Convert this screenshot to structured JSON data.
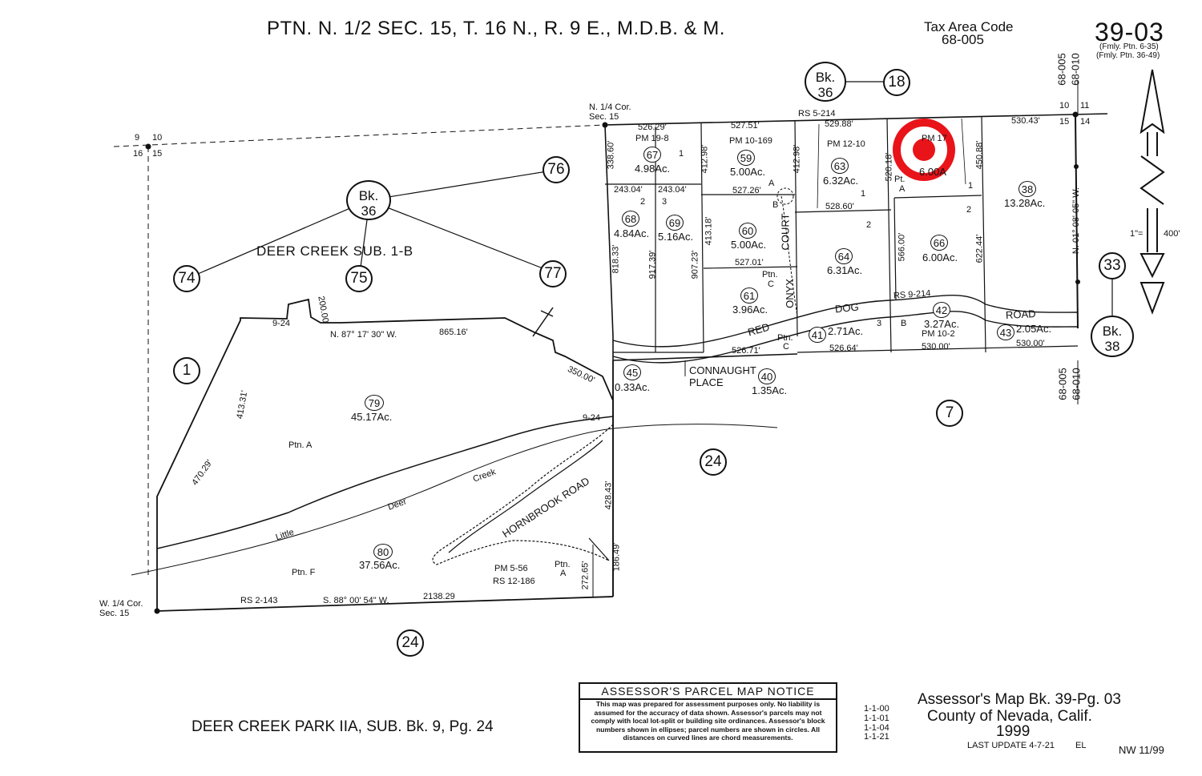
{
  "header": {
    "title": "PTN. N. 1/2 SEC. 15, T. 16 N., R. 9 E., M.D.B. & M.",
    "tax_area_label": "Tax Area Code",
    "tax_area_code": "68-005",
    "map_number": "39-03",
    "former_parcels_1": "(Fmly. Ptn. 6-35)",
    "former_parcels_2": "(Fmly. Ptn. 36-49)"
  },
  "section_corners": {
    "nw_9": "9",
    "nw_10": "10",
    "nw_16": "16",
    "nw_15": "15",
    "ne_10": "10",
    "ne_11": "11",
    "ne_15": "15",
    "ne_14": "14",
    "n_quarter_1": "N. 1/4 Cor.",
    "n_quarter_2": "Sec. 15",
    "w_quarter_1": "W. 1/4 Cor.",
    "w_quarter_2": "Sec. 15"
  },
  "tax_codes": {
    "top_a": "68-005",
    "top_b": "68-010",
    "bottom_a": "68-005",
    "bottom_b": "68-010"
  },
  "scale": {
    "left": "1\"=",
    "right": "400'"
  },
  "book_refs": {
    "bk36_top": [
      "Bk.",
      "36"
    ],
    "bk36_left": [
      "Bk.",
      "36"
    ],
    "bk38": [
      "Bk.",
      "38"
    ]
  },
  "circles": {
    "c18": "18",
    "c76": "76",
    "c74": "74",
    "c75": "75",
    "c77": "77",
    "c1": "1",
    "c33": "33",
    "c7": "7",
    "c24a": "24",
    "c24b": "24"
  },
  "subdivision": "DEER CREEK SUB. 1-B",
  "roads": {
    "red": "RED",
    "dog": "DOG",
    "road": "ROAD",
    "onyx": "ONYX",
    "court": "COURT",
    "hornbrook": "HORNBROOK ROAD",
    "connaught_1": "CONNAUGHT",
    "connaught_2": "PLACE",
    "creek_little": "Little",
    "creek_deer": "Deer",
    "creek_creek": "Creek"
  },
  "surveys": {
    "rs5_214": "RS 5-214",
    "rs9_214": "RS 9-214",
    "rs2_143": "RS 2-143",
    "rs12_186": "RS 12-186",
    "pm19_8": "PM 19-8",
    "pm10_169": "PM 10-169",
    "pm12_10": "PM 12-10",
    "pm10_2": "PM 10-2",
    "pm5_56": "PM 5-56",
    "pm17": "PM 17",
    "r9_24a": "9-24",
    "r9_24b": "9-24"
  },
  "parcels": {
    "p67": {
      "num": "67",
      "acres": "4.98Ac."
    },
    "p59": {
      "num": "59",
      "acres": "5.00Ac."
    },
    "p63": {
      "num": "63",
      "acres": "6.32Ac."
    },
    "p62": {
      "acres": "6.00A"
    },
    "p38": {
      "num": "38",
      "acres": "13.28Ac."
    },
    "p68": {
      "num": "68",
      "acres": "4.84Ac."
    },
    "p69": {
      "num": "69",
      "acres": "5.16Ac."
    },
    "p60": {
      "num": "60",
      "acres": "5.00Ac."
    },
    "p64": {
      "num": "64",
      "acres": "6.31Ac."
    },
    "p66": {
      "num": "66",
      "acres": "6.00Ac."
    },
    "p61": {
      "num": "61",
      "acres": "3.96Ac."
    },
    "p42": {
      "num": "42",
      "acres": "3.27Ac."
    },
    "p41": {
      "num": "41",
      "acres": "2.71Ac."
    },
    "p43": {
      "num": "43",
      "acres": "2.05Ac."
    },
    "p45": {
      "num": "45",
      "acres": "0.33Ac."
    },
    "p40": {
      "num": "40",
      "acres": "1.35Ac."
    },
    "p79": {
      "num": "79",
      "acres": "45.17Ac."
    },
    "p80": {
      "num": "80",
      "acres": "37.56Ac."
    }
  },
  "dimensions": {
    "d526_29": "526.29'",
    "d527_51": "527.51'",
    "d529_88": "529.88'",
    "d530_43": "530.43'",
    "d338_60": "338.60'",
    "d412_98a": "412.98'",
    "d412_98b": "412.98'",
    "d520_18": "520.18'",
    "d450_88": "450.88'",
    "d243_04a": "243.04'",
    "d243_04b": "243.04'",
    "d527_26": "527.26'",
    "d528_60": "528.60'",
    "d818_33": "818.33'",
    "d917_39": "917.39'",
    "d907_23": "907.23'",
    "d413_18": "413.18'",
    "d527_01": "527.01'",
    "d566_00": "566.00'",
    "d622_44": "622.44'",
    "d526_71": "526.71'",
    "d526_64": "526.64'",
    "d530_00a": "530.00'",
    "d530_00b": "530.00'",
    "d200_00": "200.00'",
    "d865_16": "865.16'",
    "d413_31": "413.31'",
    "d470_29": "470.29'",
    "d350_00": "350.00'",
    "d428_43": "428.43'",
    "d186_49": "186.49'",
    "d272_65": "272.65'",
    "d2138_29": "2138.29",
    "bearing_n87": "N. 87° 17' 30\" W.",
    "bearing_s88": "S. 88° 00' 54\" W.",
    "bearing_n01": "N. 01° 08' 05\" W."
  },
  "lot_labels": {
    "l1a": "1",
    "l2a": "2",
    "l3a": "3",
    "lA_59": "A",
    "lB_60": "B",
    "lC_61": "C",
    "ptn_61": "Ptn.",
    "l1_63": "1",
    "l2_64": "2",
    "l3_41": "3",
    "lB_42": "B",
    "lPtA": "Pt.",
    "lA_62": "A",
    "l1_62": "1",
    "l2_66": "2",
    "ptn_c40": "Ptn.",
    "lC_40": "C",
    "ptn_a79": "Ptn. A",
    "ptn_f80": "Ptn. F",
    "ptn_a_hb": "Ptn.",
    "lA_hb": "A"
  },
  "notice": {
    "title": "ASSESSOR'S PARCEL MAP NOTICE",
    "body": "This map was prepared for assessment purposes only. No liability is assumed for the accuracy of data shown. Assessor's parcels may not comply with local lot-split or building site ordinances. Assessor's block numbers shown in ellipses; parcel numbers are shown in circles. All distances on curved lines are chord measurements."
  },
  "footer": {
    "left": "DEER CREEK PARK IIA, SUB. Bk. 9, Pg. 24",
    "codes": [
      "1-1-00",
      "1-1-01",
      "1-1-04",
      "1-1-21"
    ],
    "line1": "Assessor's Map Bk. 39-Pg. 03",
    "line2": "County of Nevada, Calif.",
    "line3": "1999",
    "last_update": "LAST UPDATE 4-7-21",
    "initials": "EL",
    "nw": "NW 11/99"
  },
  "colors": {
    "ink": "#111111",
    "target": "#e8141a",
    "background": "#ffffff"
  },
  "icons": {
    "north_arrow": "north-arrow-icon",
    "target": "target-marker-icon"
  }
}
